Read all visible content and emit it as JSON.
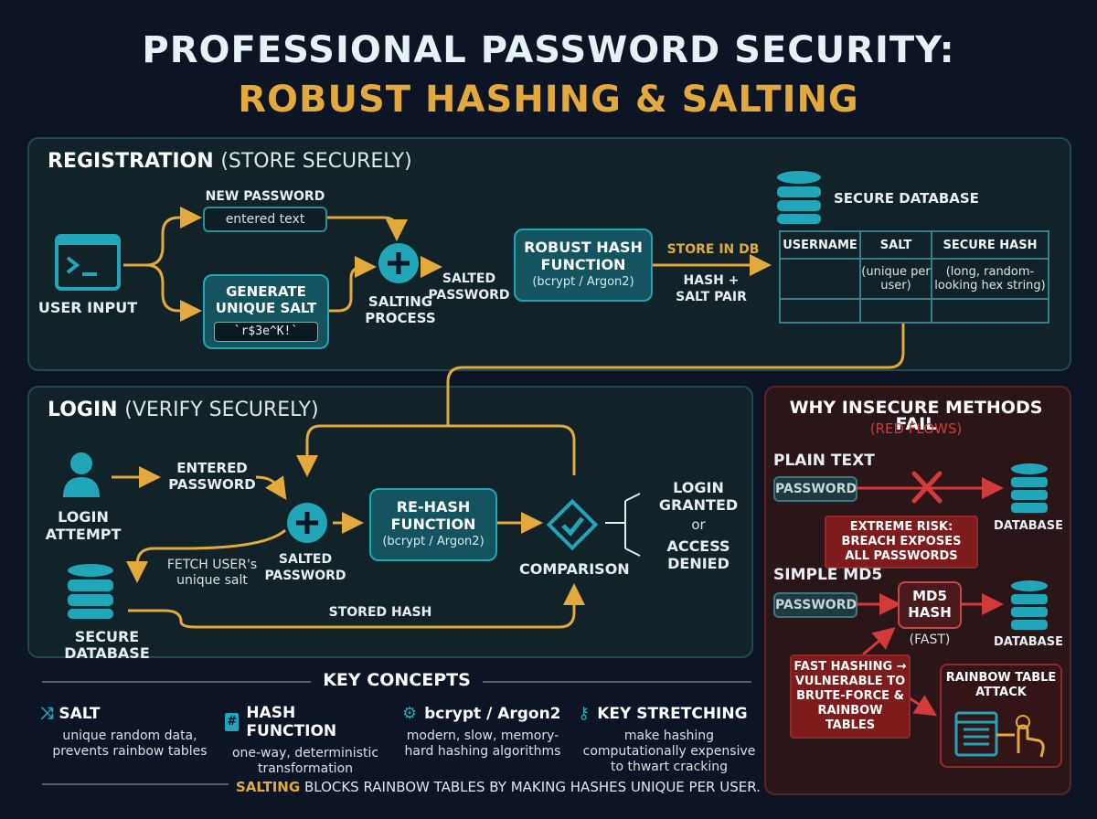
{
  "title": {
    "line1": "PROFESSIONAL PASSWORD SECURITY:",
    "line2": "ROBUST HASHING & SALTING"
  },
  "registration": {
    "title": "REGISTRATION",
    "title_sub": "(STORE SECURELY)",
    "user_input": "USER INPUT",
    "new_password": "NEW PASSWORD",
    "entered_text": "entered text",
    "generate_salt": "GENERATE UNIQUE SALT",
    "salt_sample": "`r$3e^K!`",
    "salting_process": "SALTING PROCESS",
    "salted_password": "SALTED PASSWORD",
    "hash_fn_title": "ROBUST HASH FUNCTION",
    "hash_fn_sub": "(bcrypt / Argon2)",
    "store_in_db": "STORE IN DB",
    "hash_salt_pair": "HASH + SALT PAIR",
    "secure_database": "SECURE DATABASE",
    "table": {
      "headers": [
        "USERNAME",
        "SALT",
        "SECURE HASH"
      ],
      "row": [
        "",
        "(unique per user)",
        "(long, random-looking hex string)"
      ]
    }
  },
  "login": {
    "title": "LOGIN",
    "title_sub": "(VERIFY SECURELY)",
    "login_attempt": "LOGIN ATTEMPT",
    "entered_password": "ENTERED PASSWORD",
    "fetch_salt_1": "FETCH USER's",
    "fetch_salt_2": "unique salt",
    "salted_password": "SALTED PASSWORD",
    "rehash_title": "RE-HASH FUNCTION",
    "rehash_sub": "(bcrypt / Argon2)",
    "comparison": "COMPARISON",
    "granted": "LOGIN GRANTED",
    "or": "or",
    "denied": "ACCESS DENIED",
    "stored_hash": "STORED HASH",
    "secure_database": "SECURE DATABASE"
  },
  "insecure": {
    "title": "WHY INSECURE METHODS FAIL",
    "subtitle": "(RED FLOWS)",
    "plain_text": "PLAIN TEXT",
    "password": "PASSWORD",
    "database": "DATABASE",
    "extreme_risk": "EXTREME RISK: BREACH EXPOSES ALL PASSWORDS",
    "simple_md5": "SIMPLE MD5",
    "md5_hash": "MD5 HASH",
    "fast": "(FAST)",
    "fast_hashing": "FAST HASHING → VULNERABLE TO BRUTE-FORCE & RAINBOW TABLES",
    "rainbow": "RAINBOW TABLE ATTACK"
  },
  "key_concepts": {
    "title": "KEY CONCEPTS",
    "items": [
      {
        "title": "SALT",
        "desc": "unique random data, prevents rainbow tables"
      },
      {
        "title": "HASH FUNCTION",
        "desc": "one-way, deterministic transformation"
      },
      {
        "title": "bcrypt / Argon2",
        "desc": "modern, slow, memory-hard hashing algorithms"
      },
      {
        "title": "KEY STRETCHING",
        "desc": "make hashing computationally expensive to thwart cracking"
      }
    ],
    "footer_highlight": "SALTING",
    "footer_rest": "BLOCKS RAINBOW TABLES BY MAKING HASHES UNIQUE PER USER."
  },
  "colors": {
    "accent_gold": "#e3a93d",
    "accent_teal": "#21a5b8",
    "danger_red": "#d33a3a",
    "background": "#0d1424"
  }
}
